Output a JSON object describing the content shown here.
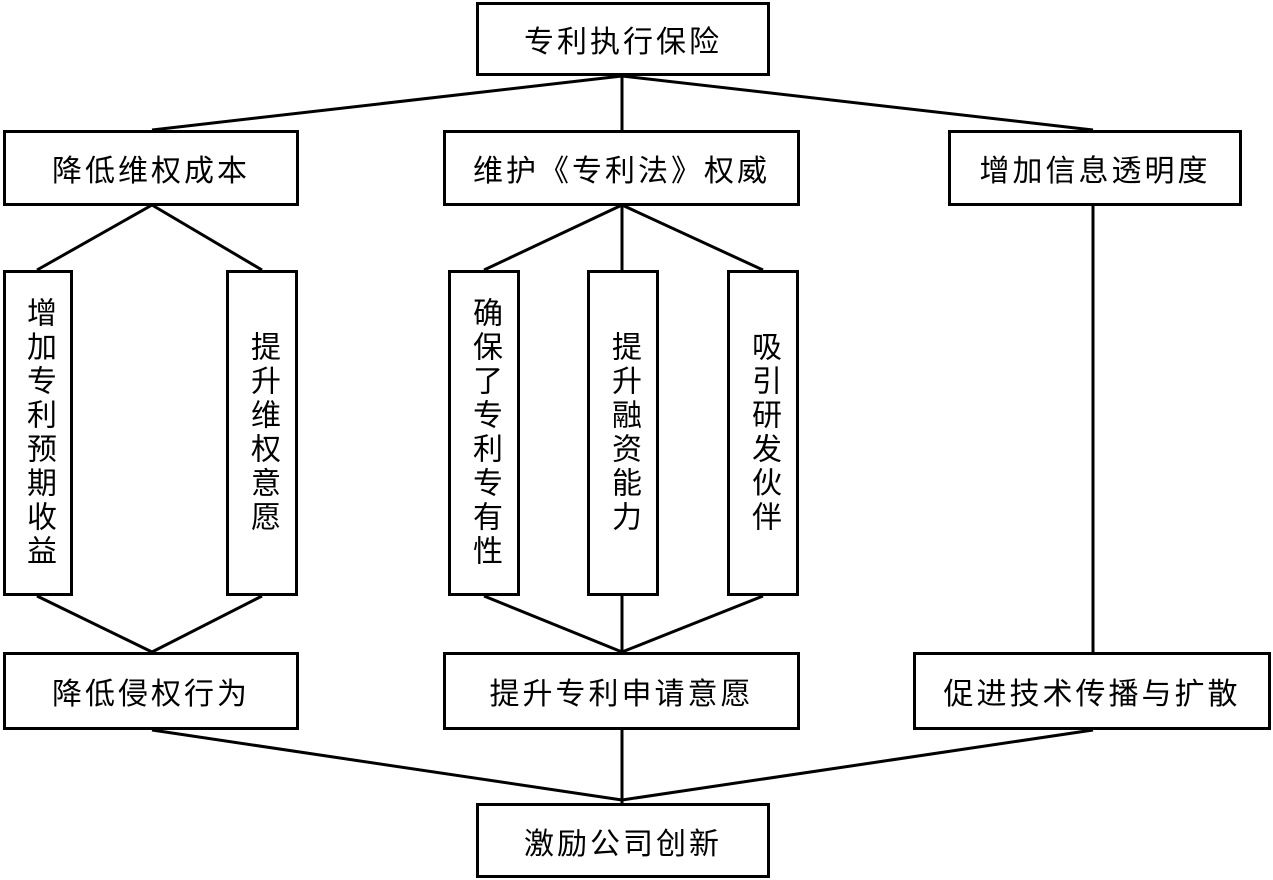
{
  "nodes": {
    "top": "专利执行保险",
    "l1_left": "降低维权成本",
    "l1_mid": "维护《专利法》权威",
    "l1_right": "增加信息透明度",
    "v1": "增加专利预期收益",
    "v2": "提升维权意愿",
    "v3": "确保了专利专有性",
    "v4": "提升融资能力",
    "v5": "吸引研发伙伴",
    "l3_left": "降低侵权行为",
    "l3_mid": "提升专利申请意愿",
    "l3_right": "促进技术传播与扩散",
    "bottom": "激励公司创新"
  }
}
